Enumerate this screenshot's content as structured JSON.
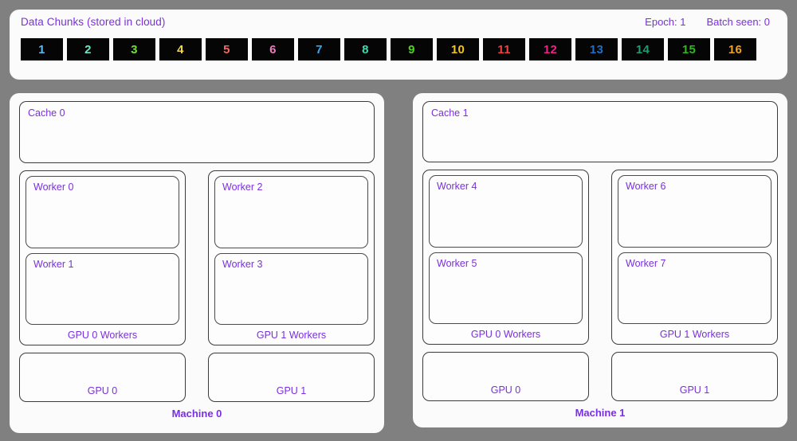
{
  "background_color": "#808080",
  "accent_color": "#7a2fe0",
  "chunks_panel": {
    "title": "Data Chunks (stored in cloud)",
    "epoch_label": "Epoch: 1",
    "batch_label": "Batch seen: 0",
    "chunks": [
      {
        "label": "1",
        "color": "#5bb8f5"
      },
      {
        "label": "2",
        "color": "#64e8c8"
      },
      {
        "label": "3",
        "color": "#6ee03c"
      },
      {
        "label": "4",
        "color": "#f2d84a"
      },
      {
        "label": "5",
        "color": "#f0685f"
      },
      {
        "label": "6",
        "color": "#f07ac0"
      },
      {
        "label": "7",
        "color": "#35a8f0"
      },
      {
        "label": "8",
        "color": "#3ddbb0"
      },
      {
        "label": "9",
        "color": "#4fd320"
      },
      {
        "label": "10",
        "color": "#f2c420"
      },
      {
        "label": "11",
        "color": "#ef4040"
      },
      {
        "label": "12",
        "color": "#f01f86"
      },
      {
        "label": "13",
        "color": "#1f6fc4"
      },
      {
        "label": "14",
        "color": "#1f9b72"
      },
      {
        "label": "15",
        "color": "#2fb81f"
      },
      {
        "label": "16",
        "color": "#f0a01c"
      }
    ]
  },
  "machines": [
    {
      "caption": "Machine 0",
      "cache": {
        "label": "Cache 0"
      },
      "gpu_groups": [
        {
          "caption": "GPU 0 Workers",
          "workers": [
            {
              "label": "Worker 0"
            },
            {
              "label": "Worker 1"
            }
          ]
        },
        {
          "caption": "GPU 1 Workers",
          "workers": [
            {
              "label": "Worker 2"
            },
            {
              "label": "Worker 3"
            }
          ]
        }
      ],
      "gpus": [
        {
          "label": "GPU 0"
        },
        {
          "label": "GPU 1"
        }
      ]
    },
    {
      "caption": "Machine 1",
      "cache": {
        "label": "Cache 1"
      },
      "gpu_groups": [
        {
          "caption": "GPU 0 Workers",
          "workers": [
            {
              "label": "Worker 4"
            },
            {
              "label": "Worker 5"
            }
          ]
        },
        {
          "caption": "GPU 1 Workers",
          "workers": [
            {
              "label": "Worker 6"
            },
            {
              "label": "Worker 7"
            }
          ]
        }
      ],
      "gpus": [
        {
          "label": "GPU 0"
        },
        {
          "label": "GPU 1"
        }
      ]
    }
  ]
}
